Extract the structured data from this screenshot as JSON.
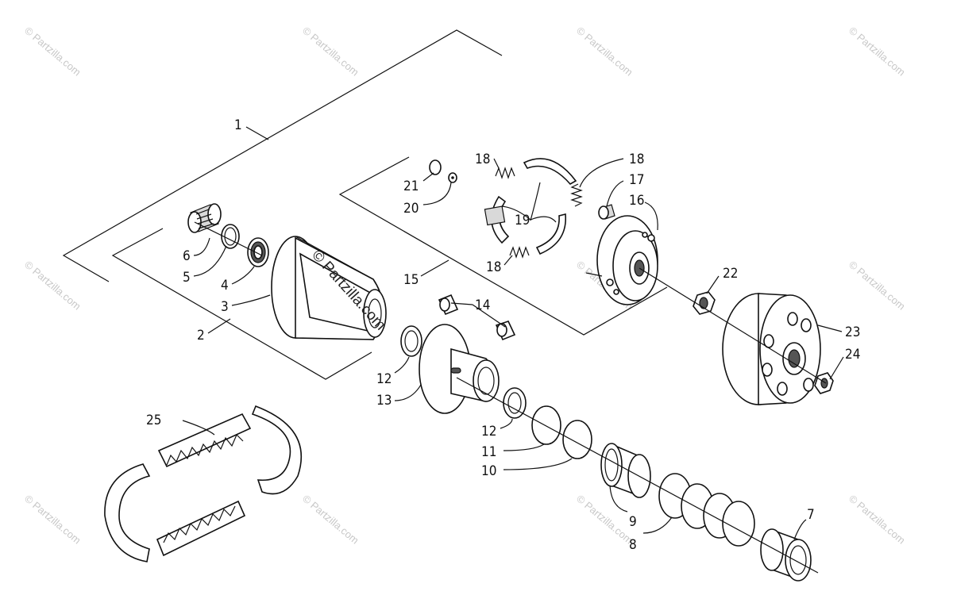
{
  "watermark": {
    "text": "© Partzilla.com",
    "center_text": "© Partzilla.com"
  },
  "callouts": [
    "1",
    "2",
    "3",
    "4",
    "5",
    "6",
    "7",
    "8",
    "9",
    "10",
    "11",
    "12",
    "12",
    "13",
    "14",
    "15",
    "16",
    "17",
    "18",
    "18",
    "18",
    "19",
    "20",
    "21",
    "22",
    "23",
    "24",
    "25"
  ]
}
